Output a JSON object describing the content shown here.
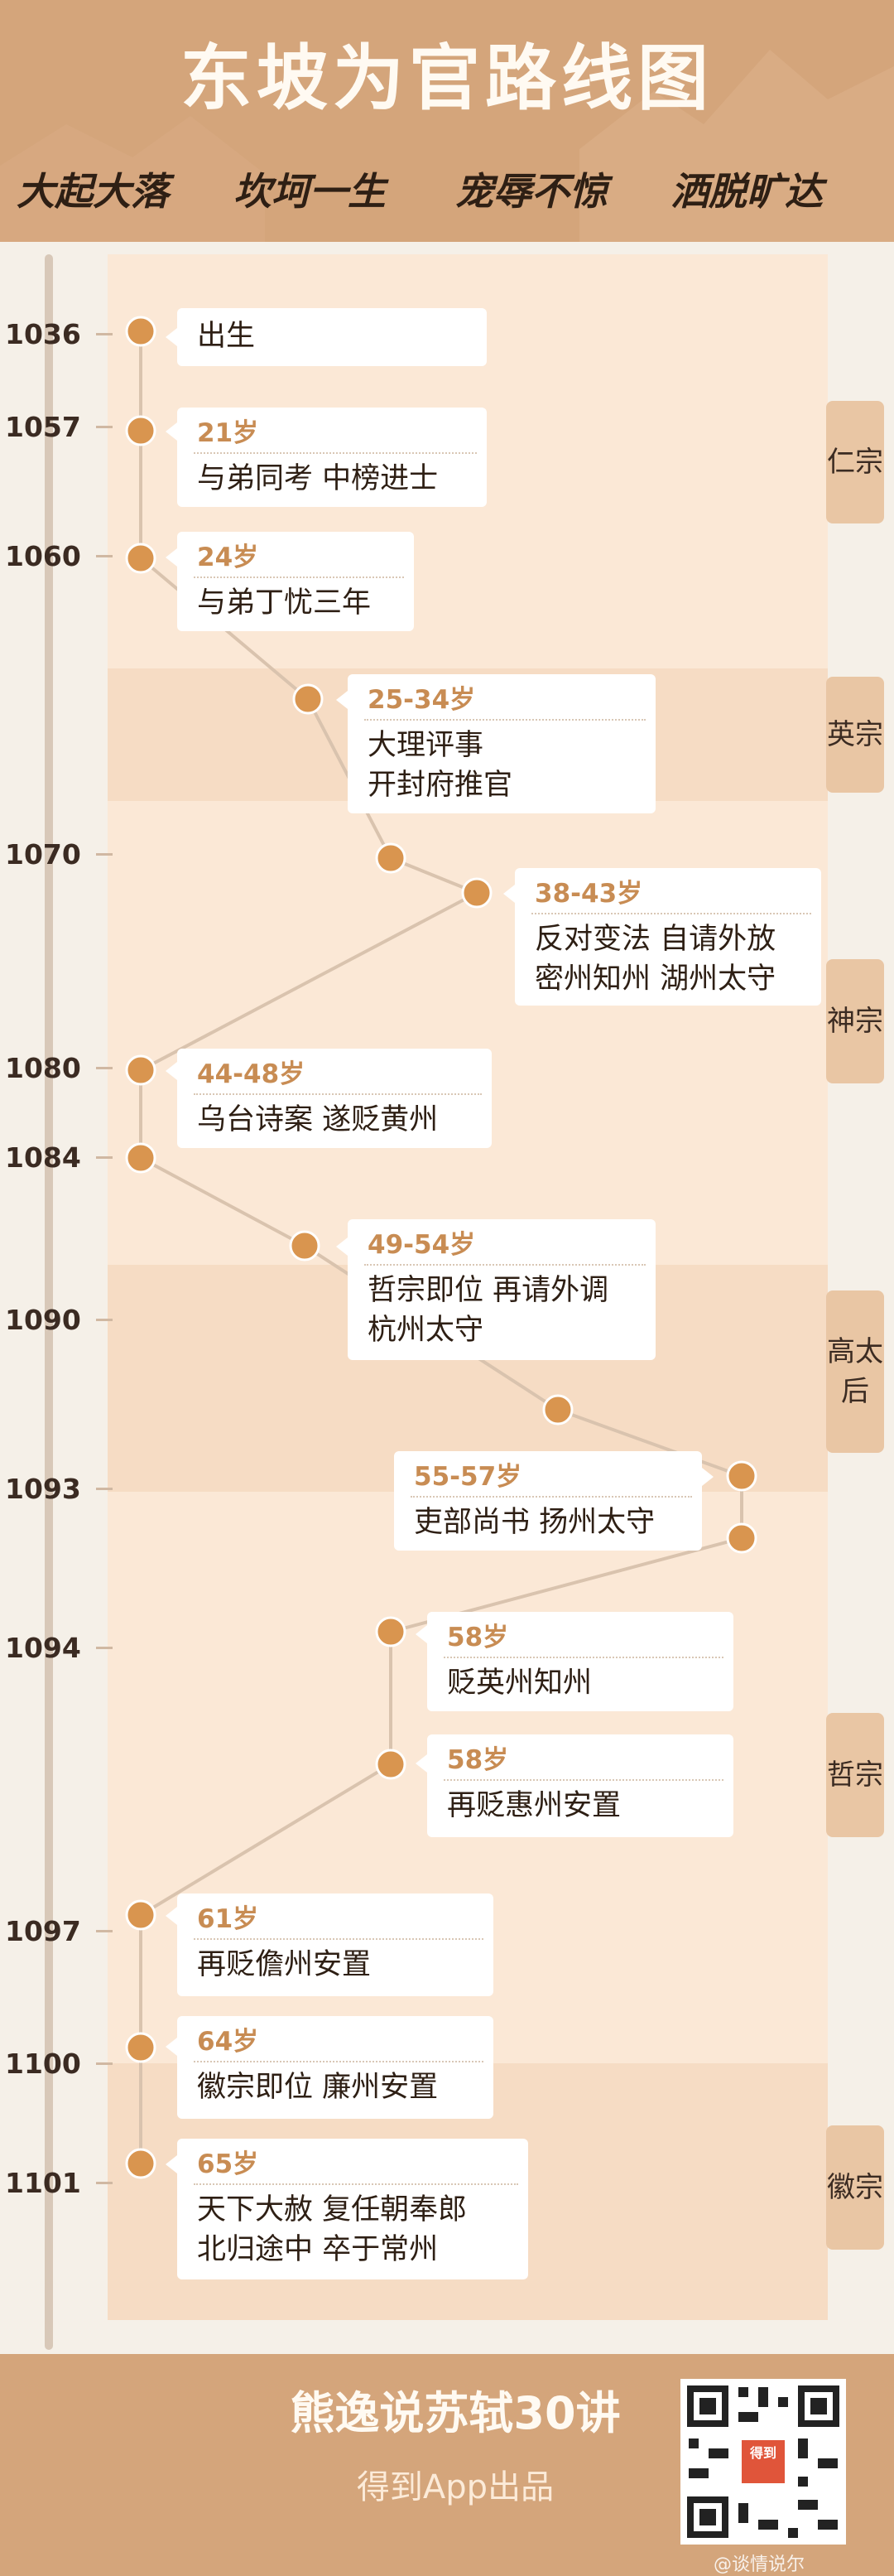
{
  "header": {
    "title": "东坡为官路线图",
    "subtitles": [
      "大起大落",
      "坎坷一生",
      "宠辱不惊",
      "洒脱旷达"
    ]
  },
  "colors": {
    "header_bg": "#d4a57b",
    "band_light": "#fbe8d6",
    "band_dark": "#f6dcc4",
    "node": "#d9954f",
    "path": "#d9c3ae",
    "age_text": "#c88c53"
  },
  "years": [
    "1036",
    "1057",
    "1060",
    "1070",
    "1080",
    "1084",
    "1090",
    "1093",
    "1094",
    "1097",
    "1100",
    "1101"
  ],
  "emperors": [
    "仁宗",
    "英宗",
    "神宗",
    "高太后",
    "哲宗",
    "徽宗"
  ],
  "events": [
    {
      "age": "",
      "lines": [
        "出生"
      ]
    },
    {
      "age": "21岁",
      "lines": [
        "与弟同考 中榜进士"
      ]
    },
    {
      "age": "24岁",
      "lines": [
        "与弟丁忧三年"
      ]
    },
    {
      "age": "25-34岁",
      "lines": [
        "大理评事",
        "开封府推官"
      ]
    },
    {
      "age": "38-43岁",
      "lines": [
        "反对变法 自请外放",
        "密州知州 湖州太守"
      ]
    },
    {
      "age": "44-48岁",
      "lines": [
        "乌台诗案 遂贬黄州"
      ]
    },
    {
      "age": "49-54岁",
      "lines": [
        "哲宗即位 再请外调",
        "杭州太守"
      ]
    },
    {
      "age": "55-57岁",
      "lines": [
        "吏部尚书 扬州太守"
      ]
    },
    {
      "age": "58岁",
      "lines": [
        "贬英州知州"
      ]
    },
    {
      "age": "58岁",
      "lines": [
        "再贬惠州安置"
      ]
    },
    {
      "age": "61岁",
      "lines": [
        "再贬儋州安置"
      ]
    },
    {
      "age": "64岁",
      "lines": [
        "徽宗即位 廉州安置"
      ]
    },
    {
      "age": "65岁",
      "lines": [
        "天下大赦 复任朝奉郎",
        "北归途中 卒于常州"
      ]
    }
  ],
  "footer": {
    "title": "熊逸说苏轼30讲",
    "subtitle": "得到App出品",
    "qr_badge": "得到",
    "watermark": "@谈情说尔"
  }
}
